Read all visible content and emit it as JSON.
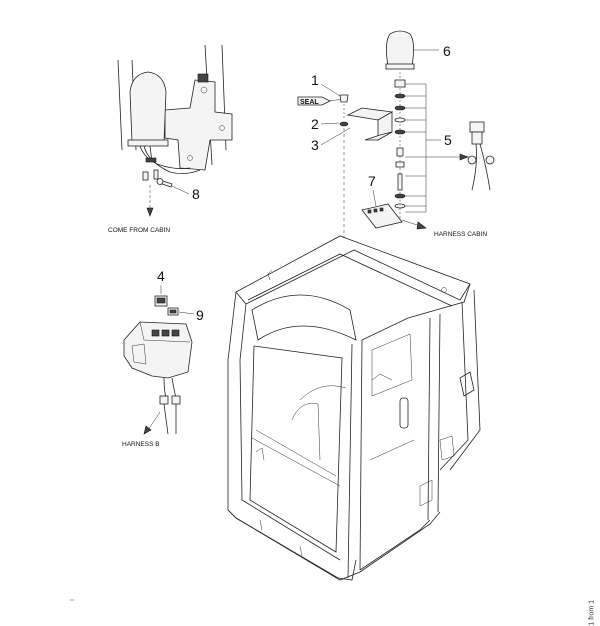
{
  "callouts": {
    "c1": "1",
    "c2": "2",
    "c3": "3",
    "c4": "4",
    "c5": "5",
    "c6": "6",
    "c7": "7",
    "c8": "8",
    "c9": "9"
  },
  "labels": {
    "seal": "SEAL",
    "come_from_cabin": "COME FROM CABIN",
    "harness_cabin": "HARNESS CABIN",
    "harness_b": "HARNESS B"
  },
  "footer": {
    "page_note": "1 from 1"
  }
}
